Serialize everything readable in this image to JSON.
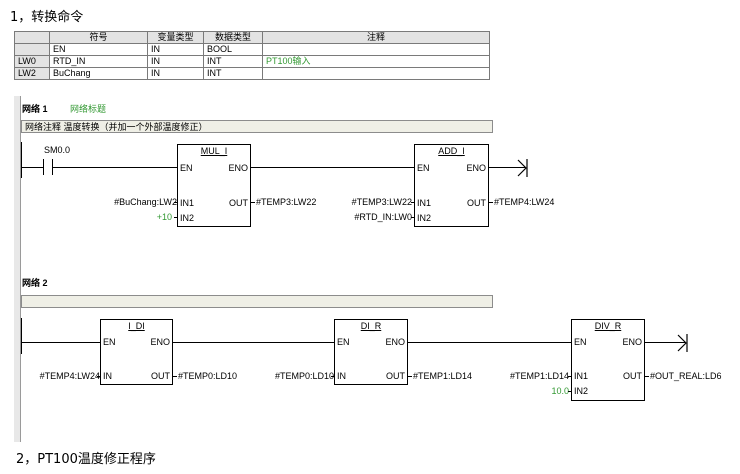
{
  "heading1": "1，转换命令",
  "heading2": "2，PT100温度修正程序",
  "var_table": {
    "headers": [
      "符号",
      "变量类型",
      "数据类型",
      "注释"
    ],
    "rows": [
      {
        "addr": "",
        "symbol": "EN",
        "var_type": "IN",
        "data_type": "BOOL",
        "comment": ""
      },
      {
        "addr": "LW0",
        "symbol": "RTD_IN",
        "var_type": "IN",
        "data_type": "INT",
        "comment": "PT100输入"
      },
      {
        "addr": "LW2",
        "symbol": "BuChang",
        "var_type": "IN",
        "data_type": "INT",
        "comment": ""
      }
    ]
  },
  "network1": {
    "label": "网络 1",
    "title": "网络标题",
    "comment": "网络注释 温度转换（并加一个外部温度修正）",
    "contact": "SM0.0",
    "block1": {
      "name": "MUL_I",
      "en": "EN",
      "eno": "ENO",
      "in1": "IN1",
      "in2": "IN2",
      "out": "OUT",
      "in1_var": "#BuChang:LW2",
      "in2_var": "+10",
      "out_var": "#TEMP3:LW22"
    },
    "block2": {
      "name": "ADD_I",
      "en": "EN",
      "eno": "ENO",
      "in1": "IN1",
      "in2": "IN2",
      "out": "OUT",
      "in1_var": "#TEMP3:LW22",
      "in2_var": "#RTD_IN:LW0",
      "out_var": "#TEMP4:LW24"
    }
  },
  "network2": {
    "label": "网络 2",
    "comment": "",
    "block1": {
      "name": "I_DI",
      "en": "EN",
      "eno": "ENO",
      "in": "IN",
      "out": "OUT",
      "in_var": "#TEMP4:LW24",
      "out_var": "#TEMP0:LD10"
    },
    "block2": {
      "name": "DI_R",
      "en": "EN",
      "eno": "ENO",
      "in": "IN",
      "out": "OUT",
      "in_var": "#TEMP0:LD10",
      "out_var": "#TEMP1:LD14"
    },
    "block3": {
      "name": "DIV_R",
      "en": "EN",
      "eno": "ENO",
      "in1": "IN1",
      "in2": "IN2",
      "out": "OUT",
      "in1_var": "#TEMP1:LD14",
      "in2_var": "10.0",
      "out_var": "#OUT_REAL:LD6"
    }
  },
  "colors": {
    "constant": "#339933",
    "grid_header": "#e3e3e3",
    "comment_bg": "#efefe6"
  }
}
